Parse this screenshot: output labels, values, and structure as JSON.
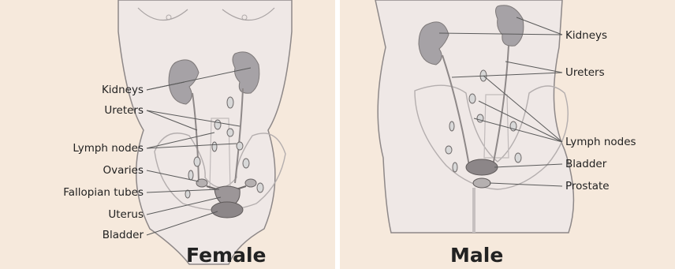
{
  "colors": {
    "background": "#f6e9dc",
    "skin": "#efe8e6",
    "outline": "#8e8888",
    "kidney": "#a6a2a6",
    "lymph": "#d8d8d8",
    "pointer_line": "#5a5a5a"
  },
  "female": {
    "caption": "Female",
    "labels": {
      "kidneys": "Kidneys",
      "ureters": "Ureters",
      "lymph_nodes": "Lymph nodes",
      "ovaries": "Ovaries",
      "fallopian_tubes": "Fallopian tubes",
      "uterus": "Uterus",
      "bladder": "Bladder"
    }
  },
  "male": {
    "caption": "Male",
    "labels": {
      "kidneys": "Kidneys",
      "ureters": "Ureters",
      "lymph_nodes": "Lymph nodes",
      "bladder": "Bladder",
      "prostate": "Prostate"
    }
  }
}
